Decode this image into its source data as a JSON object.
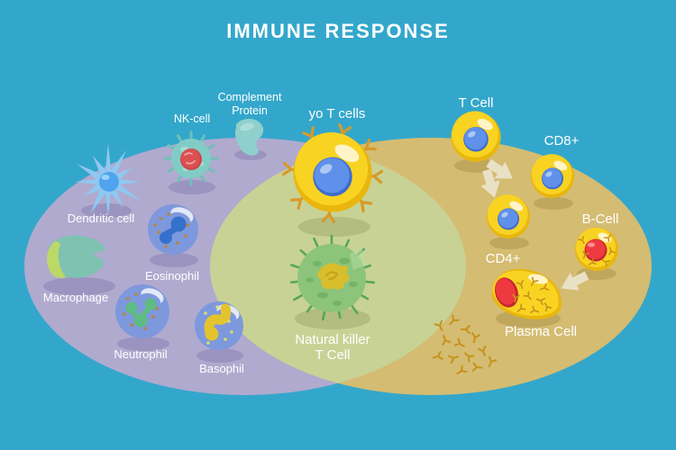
{
  "title": "IMMUNE RESPONSE",
  "labels": {
    "dendritic": "Dendritic cell",
    "macrophage": "Macrophage",
    "nk_cell": "NK-cell",
    "complement_line1": "Complement",
    "complement_line2": "Protein",
    "eosinophil": "Eosinophil",
    "neutrophil": "Neutrophil",
    "basophil": "Basophil",
    "gamma_delta_t": "yo T cells",
    "nkt_line1": "Natural killer",
    "nkt_line2": "T Cell",
    "t_cell": "T Cell",
    "cd8": "CD8+",
    "cd4": "CD4+",
    "b_cell": "B-Cell",
    "plasma": "Plasma Cell"
  },
  "arrows": [
    {
      "from": "T Cell",
      "to": "CD8+"
    },
    {
      "from": "T Cell",
      "to": "CD4+"
    },
    {
      "from": "B-Cell",
      "to": "Plasma Cell"
    }
  ],
  "colors": {
    "background": "#33A7CB",
    "innate_region": "#B0AACF",
    "adaptive_region": "#D4BC72",
    "overlap_region": "#C9D295",
    "label_text": "#FFFFFF",
    "cell_yellow": "#F9D322",
    "nucleus_blue": "#5F90EA",
    "nucleus_red": "#EE3A40",
    "granulocyte_blue": "#7E98DD",
    "nk_teal": "#82CCC6",
    "nkt_green": "#8CC47C",
    "dendritic_blue": "#8FC8F0",
    "macrophage_teal": "#7EC2B1",
    "antibody_yellow": "#C6931B",
    "arrow_cream": "#E9E1C6"
  }
}
